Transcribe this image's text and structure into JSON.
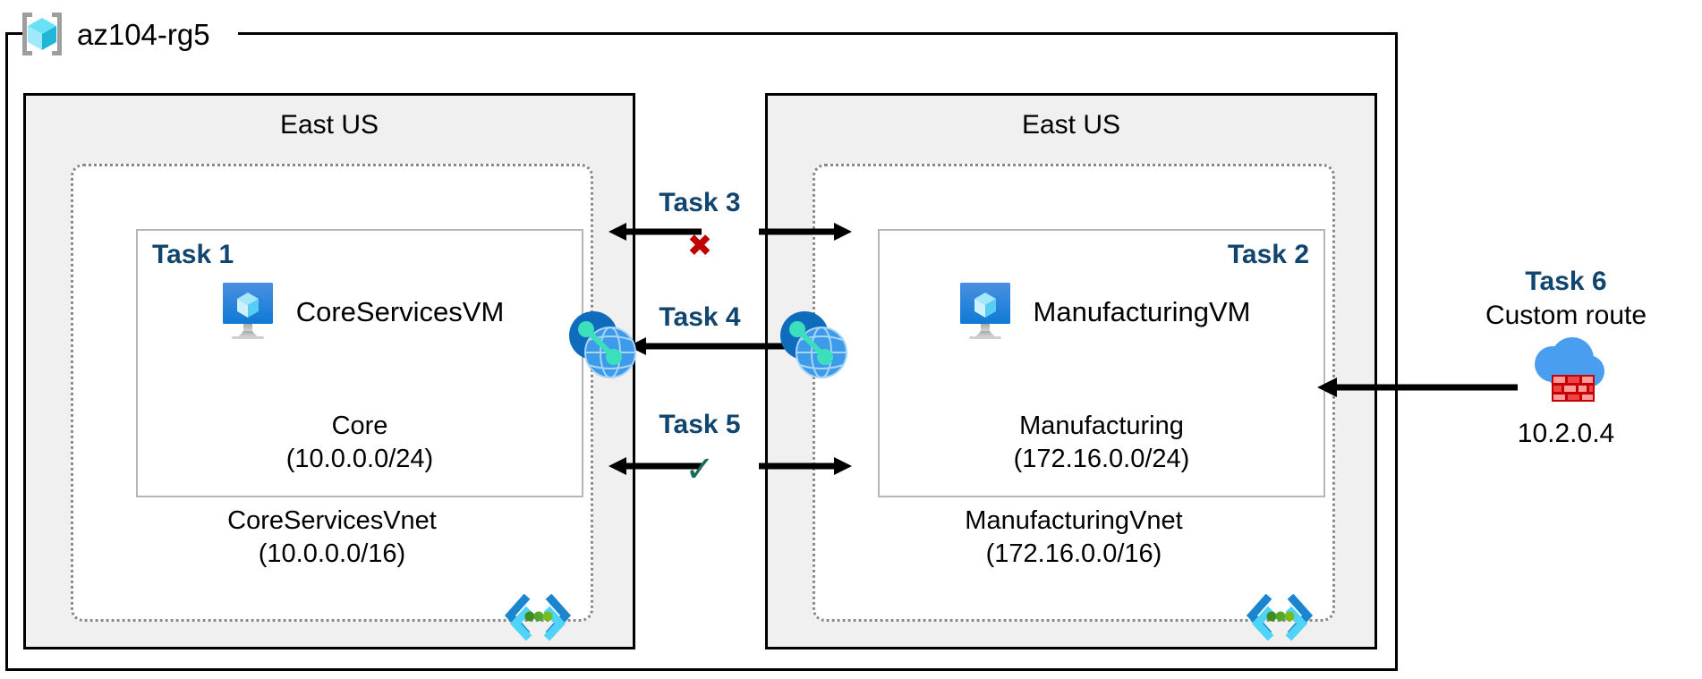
{
  "diagram": {
    "resource_group": {
      "name": "az104-rg5",
      "icon": "azure-resource-group-icon"
    },
    "regions": [
      {
        "id": "left",
        "title": "East US",
        "vnet": {
          "name": "CoreServicesVnet",
          "address_space": "(10.0.0.0/16)",
          "glyph": "vnet-icon",
          "subnet": {
            "task": "Task 1",
            "task_align": "left",
            "vm_name": "CoreServicesVM",
            "vm_icon": "virtual-machine-icon",
            "subnet_name": "Core",
            "subnet_cidr": "(10.0.0.0/24)"
          }
        }
      },
      {
        "id": "right",
        "title": "East US",
        "vnet": {
          "name": "ManufacturingVnet",
          "address_space": "(172.16.0.0/16)",
          "glyph": "vnet-icon",
          "subnet": {
            "task": "Task 2",
            "task_align": "right",
            "vm_name": "ManufacturingVM",
            "vm_icon": "virtual-machine-icon",
            "subnet_name": "Manufacturing",
            "subnet_cidr": "(172.16.0.0/24)"
          }
        }
      }
    ],
    "connections": [
      {
        "id": "task3",
        "label": "Task 3",
        "marker": "✖",
        "marker_kind": "x",
        "marker_color": "#c00000",
        "arrow_style": "two-opposing-arrows"
      },
      {
        "id": "task4",
        "label": "Task 4",
        "marker": "",
        "marker_kind": "none",
        "arrow_style": "double-headed-arrow"
      },
      {
        "id": "task5",
        "label": "Task 5",
        "marker": "✓",
        "marker_kind": "check",
        "marker_color": "#1a6b5e",
        "arrow_style": "two-opposing-arrows"
      }
    ],
    "peering_icons": [
      {
        "id": "peer-left",
        "icon": "vnet-peering-icon"
      },
      {
        "id": "peer-right",
        "icon": "vnet-peering-icon"
      }
    ],
    "custom_route": {
      "task": "Task 6",
      "title": "Custom route",
      "icon": "firewall-cloud-icon",
      "ip": "10.2.0.4",
      "arrow_direction": "left"
    },
    "colors": {
      "task_blue": "#10456f",
      "region_fill": "#f0f0f0",
      "vnet_border": "#8a8a8a",
      "subnet_border": "#b6b6b6",
      "x_red": "#c00000",
      "check_green": "#1a6b5e",
      "azure_blue": "#0078d4",
      "cyan": "#32c8f0"
    }
  }
}
